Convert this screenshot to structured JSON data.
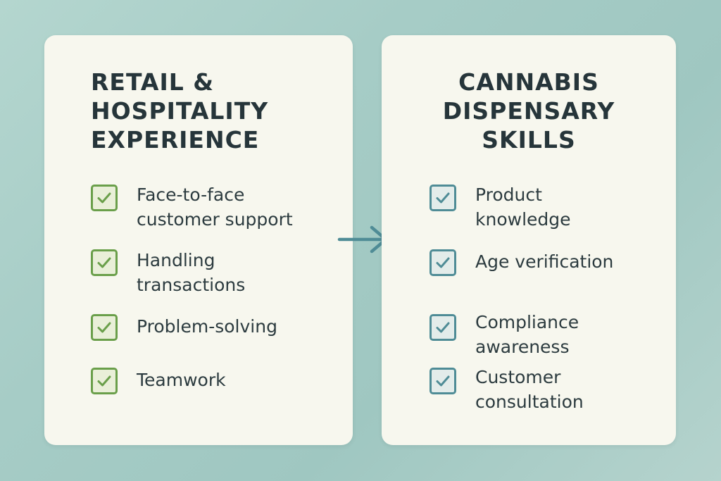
{
  "left_panel": {
    "title": "RETAIL &\nHOSPITALITY\nEXPERIENCE",
    "check_color": "#6a9f4a",
    "check_fill": "#e9efd8",
    "items": [
      {
        "label": "Face-to-face\ncustomer support"
      },
      {
        "label": "Handling\ntransactions"
      },
      {
        "label": "Problem-solving"
      },
      {
        "label": "Teamwork"
      }
    ]
  },
  "right_panel": {
    "title": "CANNABIS\nDISPENSARY\nSKILLS",
    "check_color": "#4f8c96",
    "check_fill": "#e3ecea",
    "items": [
      {
        "label": "Product\nknowledge"
      },
      {
        "label": "Age verification"
      },
      {
        "label": "Compliance\nawareness"
      },
      {
        "label": "Customer\nconsultation"
      }
    ]
  },
  "arrow": {
    "icon": "arrow-right-icon",
    "color": "#4f8c96"
  }
}
